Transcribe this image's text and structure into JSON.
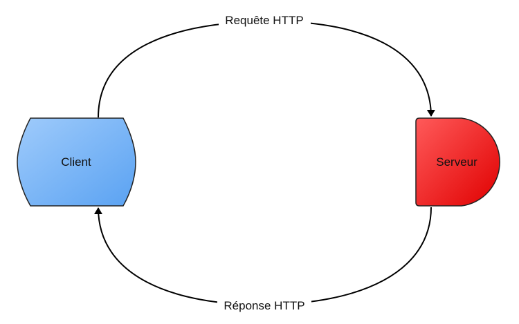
{
  "nodes": {
    "client": {
      "label": "Client",
      "color": "#6aaef5"
    },
    "server": {
      "label": "Serveur",
      "color": "#f02020"
    }
  },
  "edges": {
    "request": {
      "label": "Requête HTTP",
      "from": "Client",
      "to": "Serveur"
    },
    "response": {
      "label": "Réponse HTTP",
      "from": "Serveur",
      "to": "Client"
    }
  }
}
